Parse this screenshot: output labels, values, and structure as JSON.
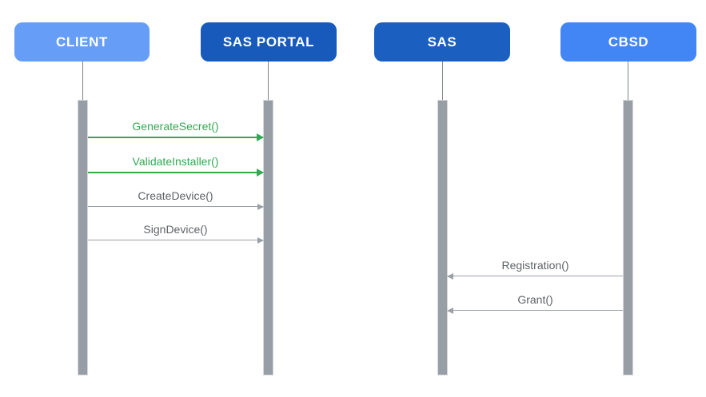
{
  "diagram": {
    "type": "sequence-diagram",
    "actors": [
      {
        "id": "client",
        "label": "CLIENT",
        "color": "#669df6"
      },
      {
        "id": "sas-portal",
        "label": "SAS PORTAL",
        "color": "#185abc"
      },
      {
        "id": "sas",
        "label": "SAS",
        "color": "#1b5fc1"
      },
      {
        "id": "cbsd",
        "label": "CBSD",
        "color": "#4285f4"
      }
    ],
    "messages": [
      {
        "label": "GenerateSecret()",
        "from": "CLIENT",
        "to": "SAS PORTAL",
        "direction": "right",
        "color": "#34a853"
      },
      {
        "label": "ValidateInstaller()",
        "from": "CLIENT",
        "to": "SAS PORTAL",
        "direction": "right",
        "color": "#34a853"
      },
      {
        "label": "CreateDevice()",
        "from": "CLIENT",
        "to": "SAS PORTAL",
        "direction": "right",
        "color": "#9aa0a6"
      },
      {
        "label": "SignDevice()",
        "from": "CLIENT",
        "to": "SAS PORTAL",
        "direction": "right",
        "color": "#9aa0a6"
      },
      {
        "label": "Registration()",
        "from": "CBSD",
        "to": "SAS",
        "direction": "left",
        "color": "#9aa0a6"
      },
      {
        "label": "Grant()",
        "from": "CBSD",
        "to": "SAS",
        "direction": "left",
        "color": "#9aa0a6"
      }
    ],
    "colors": {
      "background": "#ffffff",
      "green_message": "#34a853",
      "gray_message_line": "#9aa0a6",
      "gray_message_text": "#5f6368",
      "activation_bar": "#989ea6",
      "activation_bar_border": "#d5d8dc",
      "lifeline": "#80868b"
    }
  }
}
